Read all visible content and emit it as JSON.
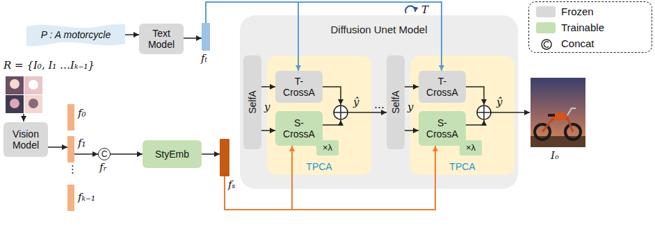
{
  "diagram": {
    "nodes": [
      {
        "text": [
          "P : A motorcycle"
        ]
      },
      {
        "text": [
          "Text Model"
        ]
      },
      {
        "text": [
          "fₜ"
        ]
      },
      {
        "text": [
          "Vision Model"
        ]
      },
      {
        "text": [
          "f₀"
        ]
      },
      {
        "text": [
          "f₁"
        ]
      },
      {
        "text": [
          "fₖ₋₁"
        ]
      },
      {
        "text": [
          "C"
        ]
      },
      {
        "text": [
          "StyEmb"
        ]
      },
      {
        "text": [
          "fₛ"
        ]
      },
      {
        "text": [
          "Diffusion Unet Model"
        ]
      },
      {
        "text": [
          "SelfA"
        ],
        "in": 10
      },
      {
        "text": [
          "TPCA"
        ],
        "in": 10
      },
      {
        "text": [
          "T- CrossA"
        ],
        "in": 12
      },
      {
        "text": [
          "S- CrossA"
        ],
        "in": 12
      },
      {
        "text": [
          "×λ"
        ],
        "in": 12
      },
      {
        "text": [
          "SelfA"
        ],
        "in": 10
      },
      {
        "text": [
          "TPCA"
        ],
        "in": 10
      },
      {
        "text": [
          "T- CrossA"
        ],
        "in": 17
      },
      {
        "text": [
          "S- CrossA"
        ],
        "in": 17
      },
      {
        "text": [
          "×λ"
        ],
        "in": 17
      }
    ],
    "edges": [
      {
        "from": 0,
        "to": 1,
        "arrow": "to"
      },
      {
        "from": 1,
        "to": 2,
        "arrow": "to"
      },
      {
        "from": 2,
        "to": 13,
        "arrow": "to"
      },
      {
        "from": 2,
        "to": 18,
        "arrow": "to"
      },
      {
        "from": 3,
        "to": 5,
        "arrow": "to"
      },
      {
        "from": 5,
        "to": 7,
        "arrow": "to"
      },
      {
        "from": 7,
        "to": 8,
        "arrow": "to"
      },
      {
        "from": 8,
        "to": 9,
        "arrow": "to"
      },
      {
        "from": 9,
        "to": 14,
        "arrow": "to"
      },
      {
        "from": 9,
        "to": 19,
        "arrow": "to"
      },
      {
        "from": 11,
        "to": 13,
        "arrow": "to"
      },
      {
        "from": 11,
        "to": 14,
        "arrow": "to"
      },
      {
        "from": 16,
        "to": 18,
        "arrow": "to"
      },
      {
        "from": 16,
        "to": 19,
        "arrow": "to"
      },
      {
        "from": 12,
        "to": 16,
        "arrow": "to"
      }
    ],
    "labels": [
      "R = {I₀, I₁ …Iₖ₋₁}",
      "⋮",
      "fᵣ",
      "T",
      "y",
      "ŷ",
      "…",
      "y",
      "ŷ",
      "Iₒ"
    ],
    "legend": [
      {
        "text": "Frozen",
        "color": "#d9d9d9"
      },
      {
        "text": "Trainable",
        "color": "#c5e0b4"
      },
      {
        "text": "Concat"
      }
    ]
  }
}
